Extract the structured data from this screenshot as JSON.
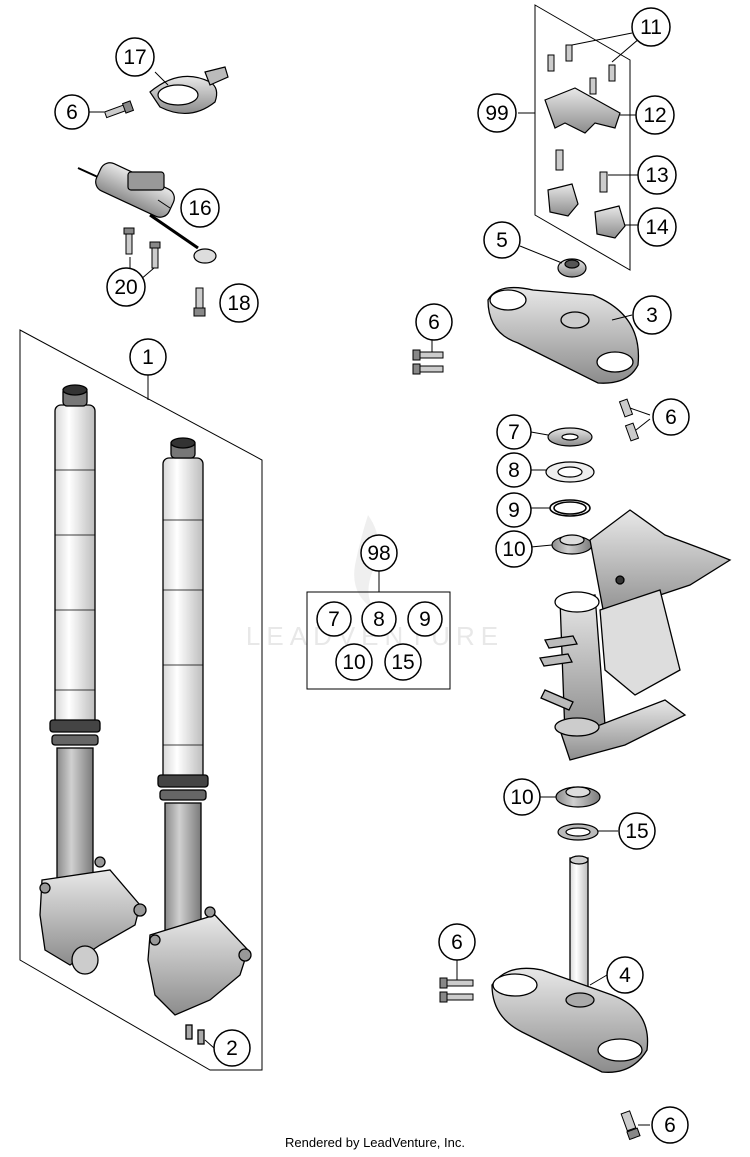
{
  "watermark": "LEADVENTURE",
  "footer": "Rendered by LeadVenture, Inc.",
  "callouts": {
    "c17": "17",
    "c6a": "6",
    "c16": "16",
    "c20": "20",
    "c18": "18",
    "c11": "11",
    "c99": "99",
    "c12": "12",
    "c13": "13",
    "c14": "14",
    "c5": "5",
    "c3": "3",
    "c6b": "6",
    "c6c": "6",
    "c1": "1",
    "c7": "7",
    "c8": "8",
    "c9": "9",
    "c10a": "10",
    "c98": "98",
    "k7": "7",
    "k8": "8",
    "k9": "9",
    "k10": "10",
    "k15": "15",
    "c10b": "10",
    "c15": "15",
    "c6d": "6",
    "c4": "4",
    "c2": "2",
    "c6e": "6"
  }
}
